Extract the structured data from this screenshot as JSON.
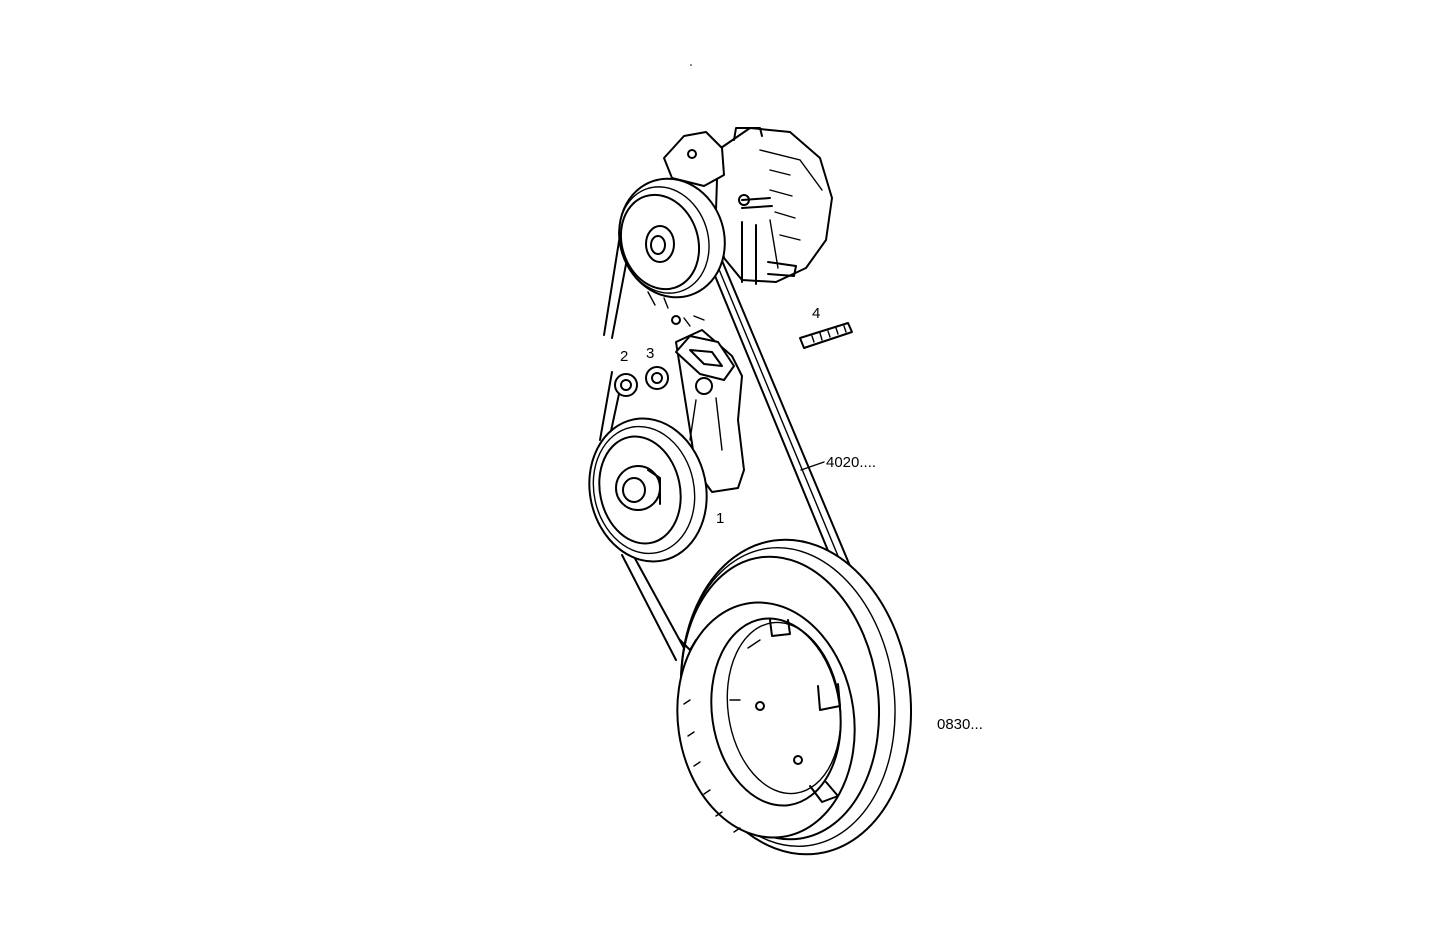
{
  "callouts": {
    "part_1": "1",
    "part_2": "2",
    "part_3": "3",
    "part_4": "4",
    "belt": "4020....",
    "crankshaft_pulley": "0830..."
  }
}
